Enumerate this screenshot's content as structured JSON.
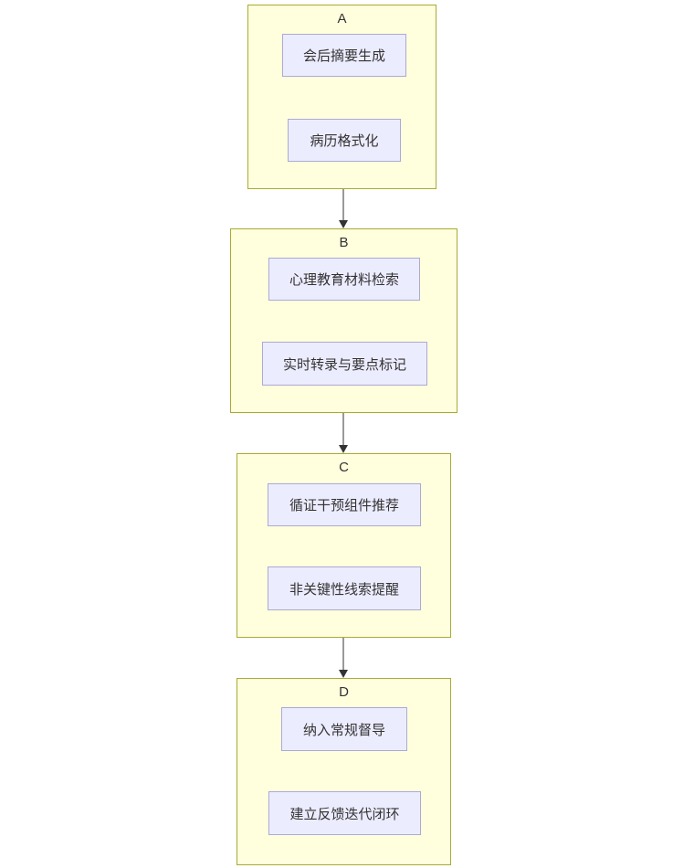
{
  "diagram": {
    "type": "flowchart-top-down",
    "subgraphs": [
      {
        "title": "A",
        "nodes": [
          {
            "label": "会后摘要生成"
          },
          {
            "label": "病历格式化"
          }
        ]
      },
      {
        "title": "B",
        "nodes": [
          {
            "label": "心理教育材料检索"
          },
          {
            "label": "实时转录与要点标记"
          }
        ]
      },
      {
        "title": "C",
        "nodes": [
          {
            "label": "循证干预组件推荐"
          },
          {
            "label": "非关键性线索提醒"
          }
        ]
      },
      {
        "title": "D",
        "nodes": [
          {
            "label": "纳入常规督导"
          },
          {
            "label": "建立反馈迭代闭环"
          }
        ]
      }
    ],
    "edges": [
      {
        "from": "A",
        "to": "B"
      },
      {
        "from": "B",
        "to": "C"
      },
      {
        "from": "C",
        "to": "D"
      }
    ],
    "colors": {
      "subgraph_fill": "#ffffde",
      "subgraph_border": "#aaaa33",
      "node_fill": "#ececff",
      "node_border": "#aaaad7",
      "edge_line": "#999999",
      "arrowhead": "#333333",
      "text": "#333333",
      "background": "#ffffff"
    }
  }
}
